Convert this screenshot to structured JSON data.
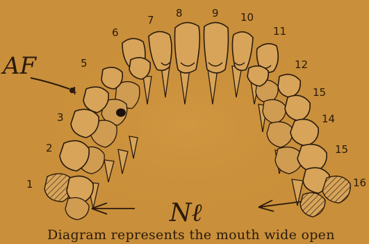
{
  "diagram": {
    "left_numbers": [
      "1",
      "2",
      "3",
      "4",
      "5",
      "6"
    ],
    "top_numbers": [
      "7",
      "8",
      "9",
      "10",
      "11"
    ],
    "right_numbers": [
      "12",
      "15",
      "14",
      "15",
      "16"
    ],
    "annotation_af": "AF",
    "annotation_bottom": "Nℓ",
    "caption": "Diagram represents the mouth wide open"
  },
  "colors": {
    "paper": "#c98f3a",
    "ink": "#2a1a0c",
    "tooth": "#d7a45a"
  }
}
